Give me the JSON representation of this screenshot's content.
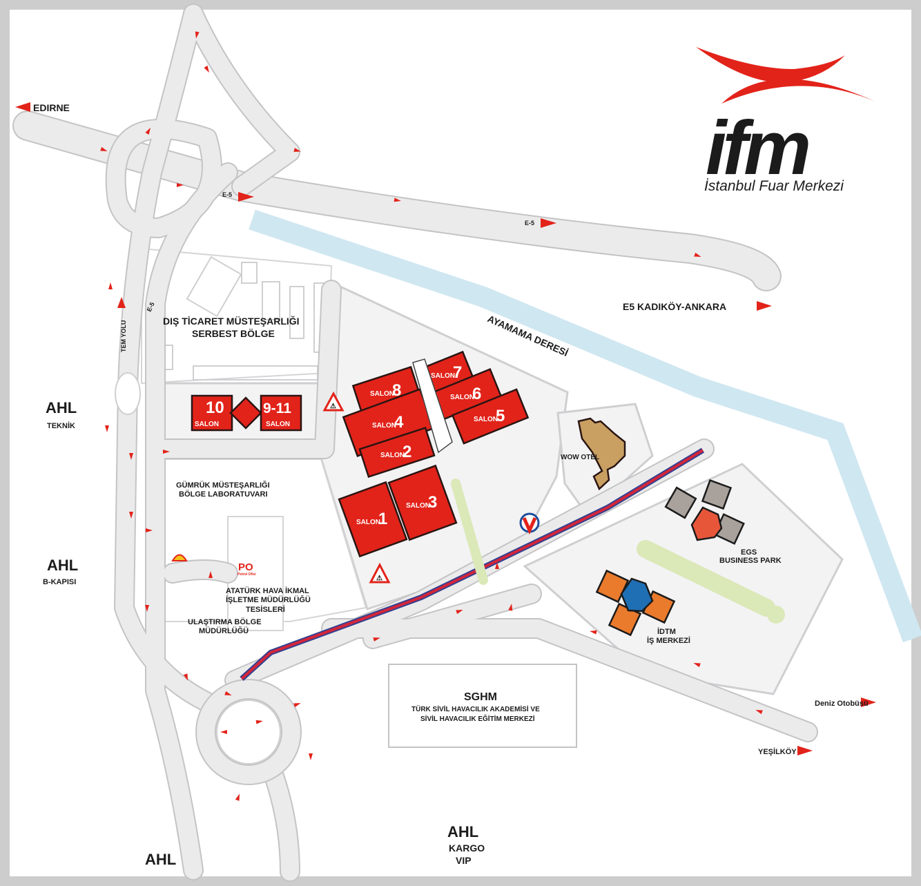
{
  "logo": {
    "brand": "ifm",
    "subtitle": "İstanbul Fuar Merkezi"
  },
  "colors": {
    "hall": "#e2231a",
    "road": "#ebebec",
    "river": "#cfe7f1",
    "metro_red": "#d3263a",
    "metro_blue": "#33408f",
    "green": "#dbe8b8",
    "wow": "#c9a062",
    "egs_grey": "#a9a29c",
    "egs_center": "#e8563a",
    "idtm_orange": "#ea7a2c",
    "idtm_blue": "#1f6fb5"
  },
  "directions": {
    "edirne": "EDIRNE",
    "e5_east": "E5  KADIKÖY-ANKARA",
    "ahl_teknik_1": "AHL",
    "ahl_teknik_2": "TEKNİK",
    "ahl_bkapisi_1": "AHL",
    "ahl_bkapisi_2": "B-KAPISI",
    "ahl_bottom": "AHL",
    "ahl_kargo_1": "AHL",
    "ahl_kargo_2": "KARGO",
    "ahl_kargo_3": "VIP",
    "deniz": "Deniz Otobüsü",
    "yesilkoy": "YEŞİLKÖY"
  },
  "roads": {
    "e5_a": "E-5",
    "e5_b": "E-5",
    "e5_c": "E-5",
    "tem": "TEM YOLU"
  },
  "river": "AYAMAMA DERESİ",
  "places": {
    "serbest_1": "DIŞ TİCARET MÜSTEŞARLIĞI",
    "serbest_2": "SERBEST BÖLGE",
    "gumruk_1": "GÜMRÜK MÜSTEŞARLIĞI",
    "gumruk_2": "BÖLGE LABORATUVARI",
    "ikmal_1": "ATATÜRK HAVA İKMAL",
    "ikmal_2": "İŞLETME MÜDÜRLÜĞÜ",
    "ikmal_3": "TESİSLERİ",
    "ulastirma_1": "ULAŞTIRMA  BÖLGE",
    "ulastirma_2": "MÜDÜRLÜĞÜ",
    "wow": "WOW OTEL",
    "egs_1": "EGS",
    "egs_2": "BUSINESS PARK",
    "idtm_1": "İDTM",
    "idtm_2": "İŞ MERKEZİ",
    "sghm_1": "SGHM",
    "sghm_2": "TÜRK SİVİL HAVACILIK AKADEMİSİ VE",
    "sghm_3": "SİVİL HAVACILIK EĞİTİM MERKEZİ",
    "po": "Petrol Ofisi"
  },
  "halls": [
    {
      "word": "SALON",
      "num": "10"
    },
    {
      "word": "SALON",
      "num": "9-11"
    },
    {
      "word": "SALON",
      "num": "8"
    },
    {
      "word": "SALON",
      "num": "7"
    },
    {
      "word": "SALON",
      "num": "4"
    },
    {
      "word": "SALON",
      "num": "6"
    },
    {
      "word": "SALON",
      "num": "5"
    },
    {
      "word": "SALON",
      "num": "2"
    },
    {
      "word": "SALON",
      "num": "1"
    },
    {
      "word": "SALON",
      "num": "3"
    }
  ],
  "icons": [
    "pedestrian-crossing-icon",
    "metro-icon",
    "shell-icon",
    "petrol-ofisi-icon",
    "direction-arrow-icon"
  ]
}
